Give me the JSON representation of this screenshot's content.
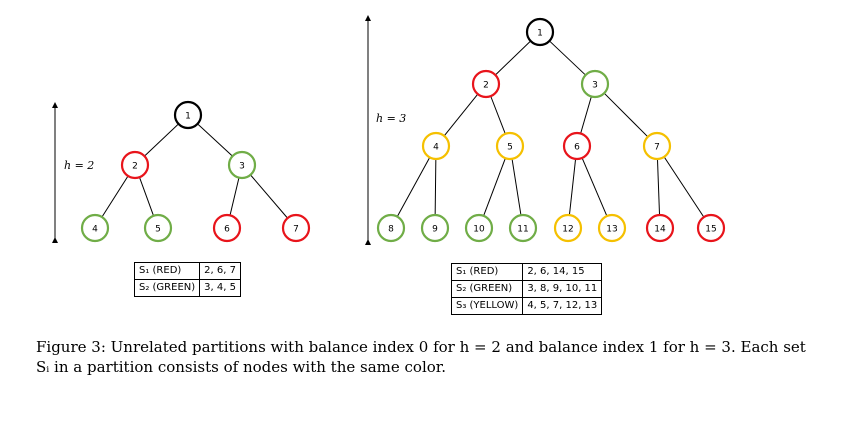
{
  "trees": [
    {
      "height_label": "h = 2",
      "nodes": [
        {
          "id": "1",
          "color": "black"
        },
        {
          "id": "2",
          "color": "red"
        },
        {
          "id": "3",
          "color": "green"
        },
        {
          "id": "4",
          "color": "green"
        },
        {
          "id": "5",
          "color": "green"
        },
        {
          "id": "6",
          "color": "red"
        },
        {
          "id": "7",
          "color": "red"
        }
      ],
      "edges": [
        [
          "1",
          "2"
        ],
        [
          "1",
          "3"
        ],
        [
          "2",
          "4"
        ],
        [
          "2",
          "5"
        ],
        [
          "3",
          "6"
        ],
        [
          "3",
          "7"
        ]
      ],
      "table": [
        {
          "set": "S₁ (RED)",
          "members": "2, 6, 7"
        },
        {
          "set": "S₂ (GREEN)",
          "members": "3, 4, 5"
        }
      ]
    },
    {
      "height_label": "h = 3",
      "nodes": [
        {
          "id": "1",
          "color": "black"
        },
        {
          "id": "2",
          "color": "red"
        },
        {
          "id": "3",
          "color": "green"
        },
        {
          "id": "4",
          "color": "yellow"
        },
        {
          "id": "5",
          "color": "yellow"
        },
        {
          "id": "6",
          "color": "red"
        },
        {
          "id": "7",
          "color": "yellow"
        },
        {
          "id": "8",
          "color": "green"
        },
        {
          "id": "9",
          "color": "green"
        },
        {
          "id": "10",
          "color": "green"
        },
        {
          "id": "11",
          "color": "green"
        },
        {
          "id": "12",
          "color": "yellow"
        },
        {
          "id": "13",
          "color": "yellow"
        },
        {
          "id": "14",
          "color": "red"
        },
        {
          "id": "15",
          "color": "red"
        }
      ],
      "edges": [
        [
          "1",
          "2"
        ],
        [
          "1",
          "3"
        ],
        [
          "2",
          "4"
        ],
        [
          "2",
          "5"
        ],
        [
          "3",
          "6"
        ],
        [
          "3",
          "7"
        ],
        [
          "4",
          "8"
        ],
        [
          "4",
          "9"
        ],
        [
          "5",
          "10"
        ],
        [
          "5",
          "11"
        ],
        [
          "6",
          "12"
        ],
        [
          "6",
          "13"
        ],
        [
          "7",
          "14"
        ],
        [
          "7",
          "15"
        ]
      ],
      "table": [
        {
          "set": "S₁ (RED)",
          "members": "2, 6, 14, 15"
        },
        {
          "set": "S₂ (GREEN)",
          "members": "3, 8, 9, 10, 11"
        },
        {
          "set": "S₃ (YELLOW)",
          "members": "4, 5, 7, 12, 13"
        }
      ]
    }
  ],
  "colors": {
    "black": "#000000",
    "red": "#e8141b",
    "green": "#70ad47",
    "yellow": "#f5c000"
  },
  "caption": "Figure 3: Unrelated partitions with balance index 0 for h = 2 and balance index 1 for h = 3. Each set Sᵢ in a partition consists of nodes with the same color."
}
